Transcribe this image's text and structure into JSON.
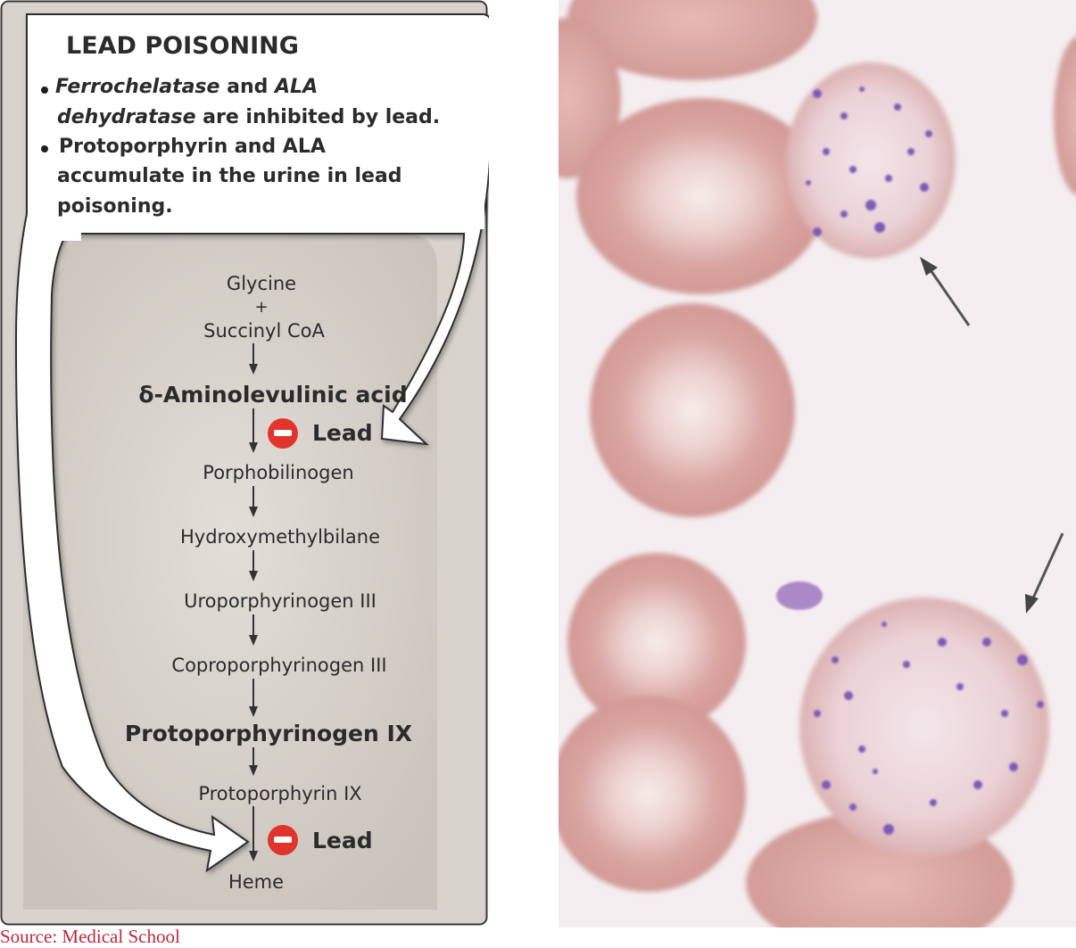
{
  "callout": {
    "title": "LEAD POISONING",
    "bullet1": {
      "italic_a": "Ferrochelatase",
      "plain_a": " and ",
      "italic_b": "ALA",
      "italic_c": "dehydratase",
      "plain_b": " are inhibited by lead."
    },
    "bullet2": {
      "line1": "Protoporphyrin and ALA",
      "line2": "accumulate in the urine in lead",
      "line3": "poisoning."
    }
  },
  "pathway": {
    "glycine": "Glycine",
    "plus": "+",
    "succinyl": "Succinyl CoA",
    "ala": "δ-Aminolevulinic acid",
    "inhibitor1": "Lead",
    "porphobilinogen": "Porphobilinogen",
    "hydroxymethylbilane": "Hydroxymethylbilane",
    "uroporphyrinogen": "Uroporphyrinogen III",
    "coproporphyrinogen": "Coproporphyrinogen III",
    "protoporphyrinogen": "Protoporphyrinogen IX",
    "protoporphyrin": "Protoporphyrin IX",
    "inhibitor2": "Lead",
    "heme": "Heme"
  },
  "caption": "Source: Medical School",
  "colors": {
    "panel_border": "#3a3a3a",
    "pathway_bg": "#d4cfc8",
    "inhibit_red": "#e0342c",
    "caption_red": "#c0273a",
    "rbc_pink": "#d9a39f",
    "stipple_purple": "#7c5bb8"
  }
}
